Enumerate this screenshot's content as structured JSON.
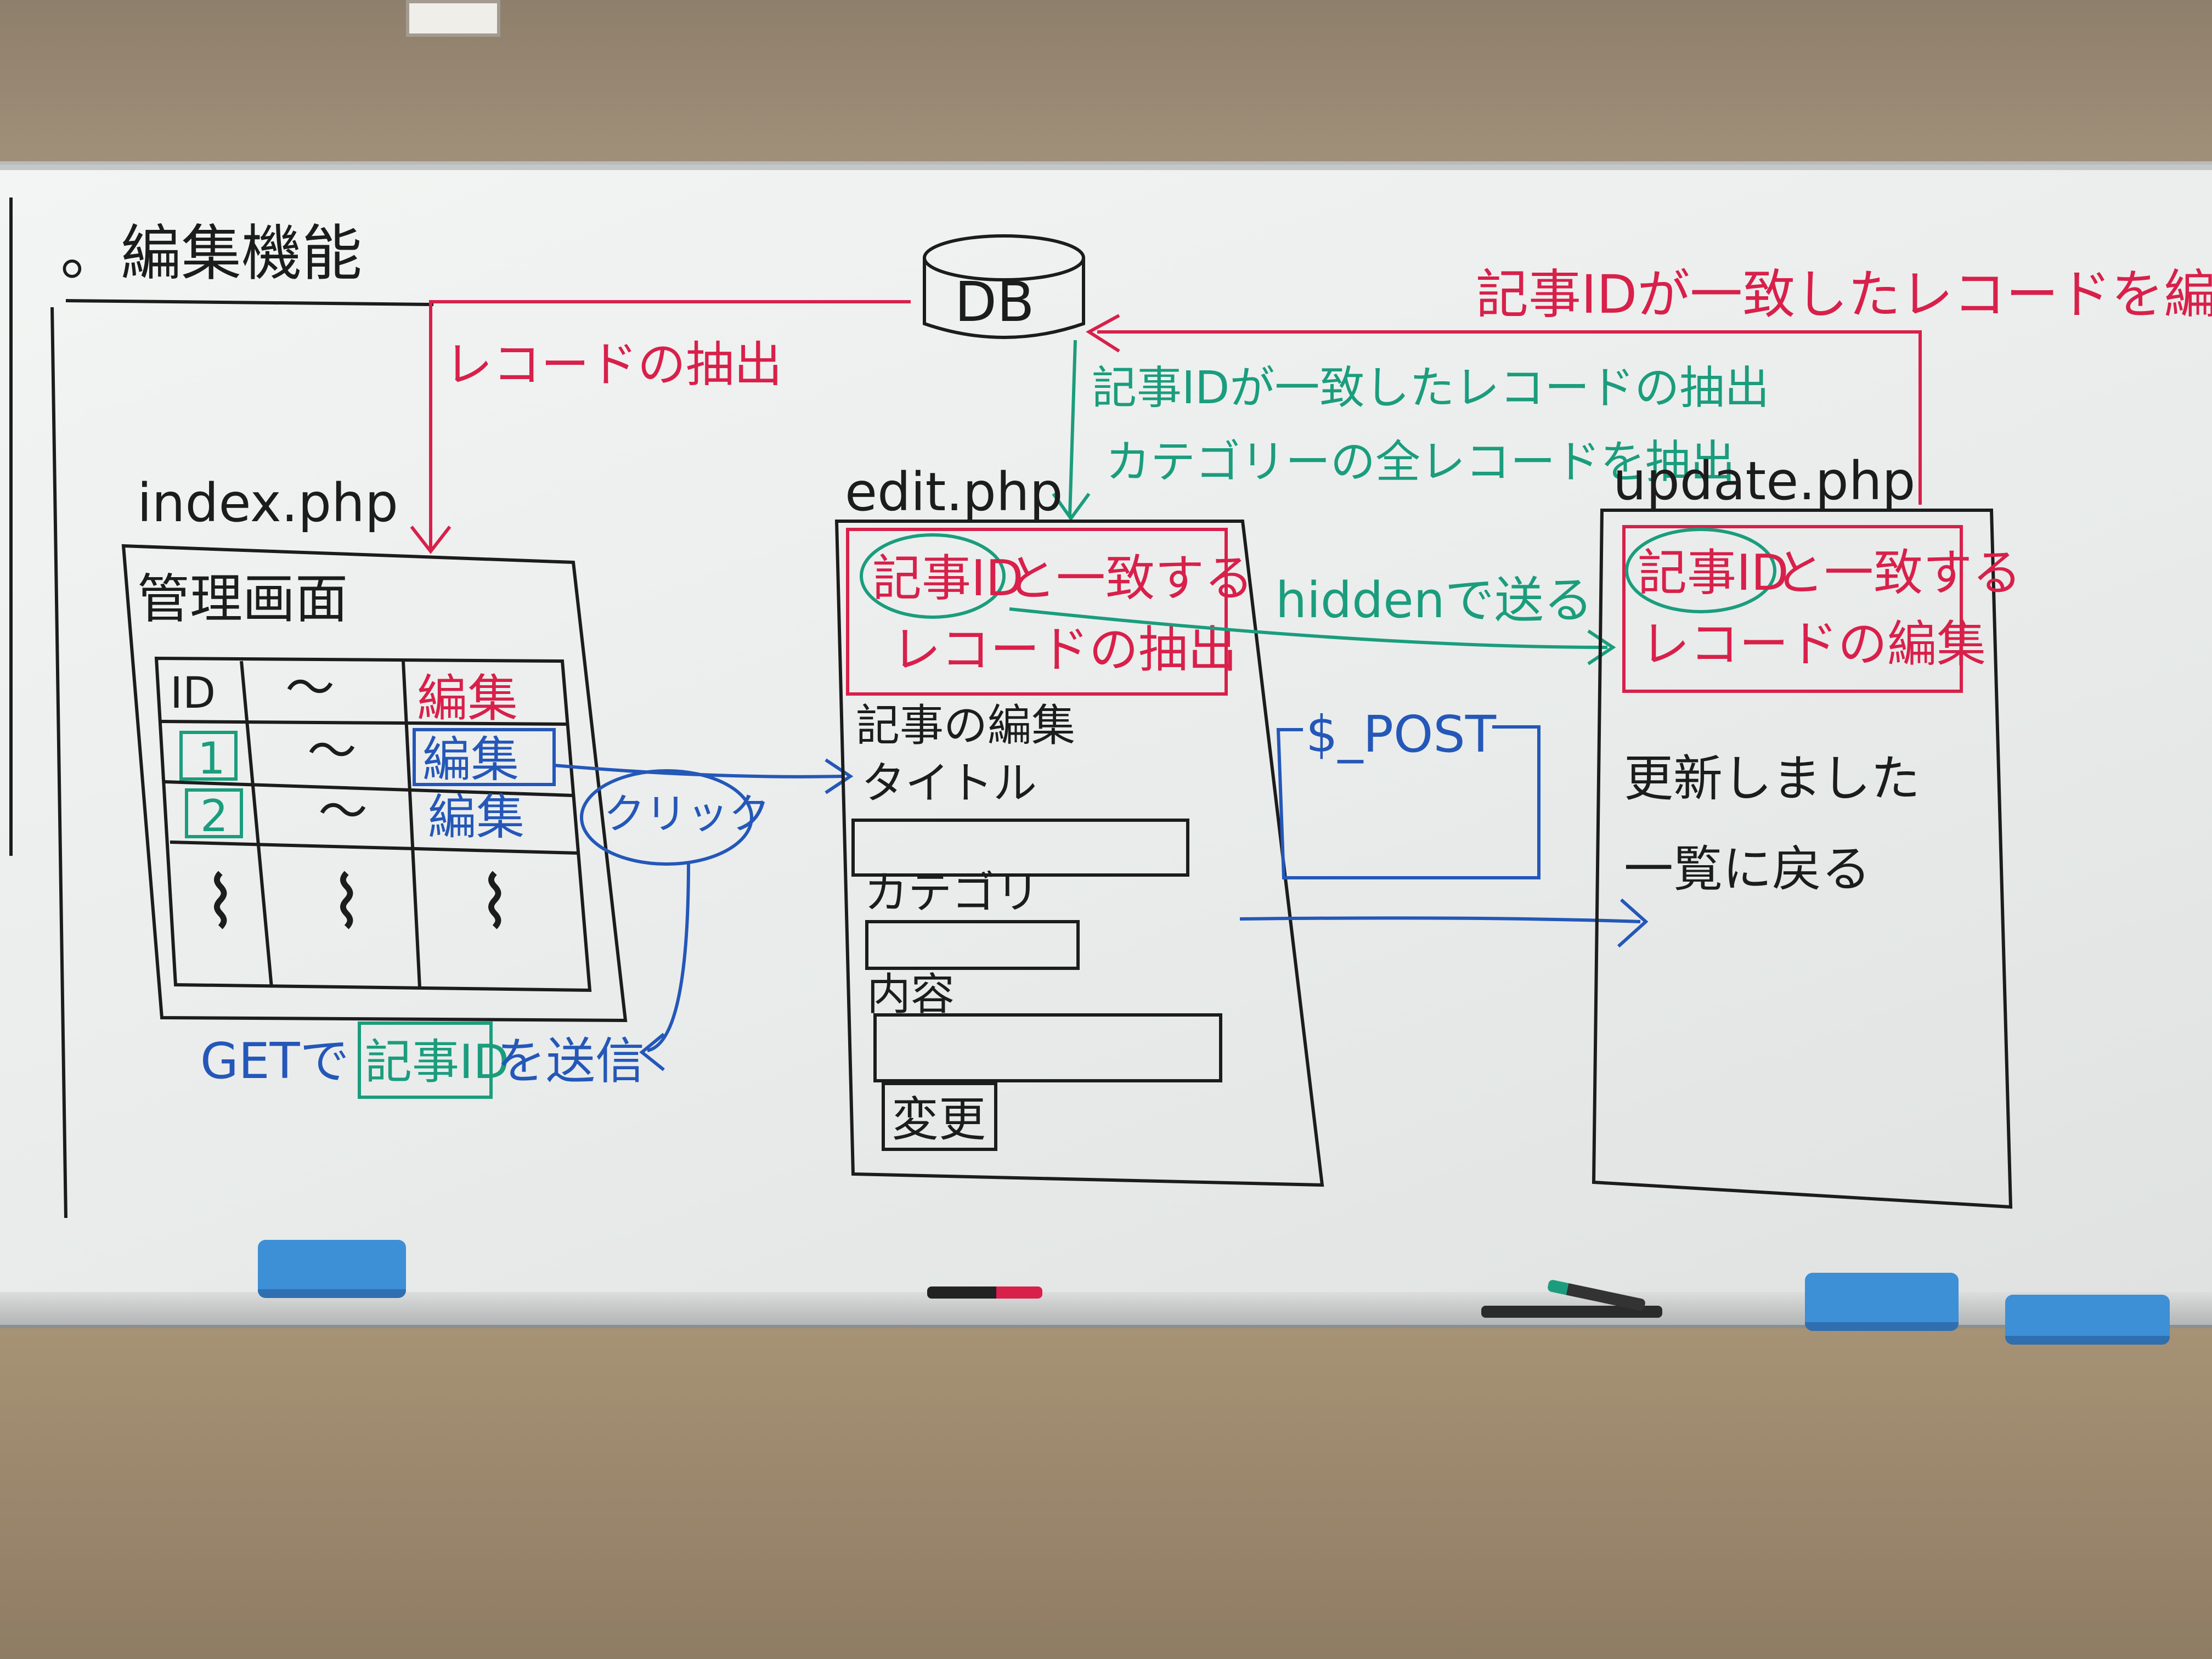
{
  "title": "。編集機能",
  "db": "DB",
  "labels": {
    "record_extract": "レコードの抽出",
    "db_to_edit_line1": "記事IDが一致したレコードの抽出",
    "db_to_edit_line2": "カテゴリーの全レコードを抽出",
    "update_to_db": "記事IDが一致したレコードを編集",
    "hidden_send": "hiddenで送る",
    "post": "$_POST",
    "click": "クリック",
    "get_send_prefix": "GETで",
    "get_send_id": "記事ID",
    "get_send_suffix": "を送信"
  },
  "index": {
    "file": "index.php",
    "heading": "管理画面",
    "table": {
      "header": [
        "ID",
        "〜",
        "編集"
      ],
      "rows": [
        [
          "1",
          "〜",
          "編集"
        ],
        [
          "2",
          "〜",
          "編集"
        ],
        [
          "⌇",
          "⌇",
          "⌇"
        ]
      ]
    }
  },
  "edit": {
    "file": "edit.php",
    "box_id": "記事ID",
    "box_line1_rest": "と一致する",
    "box_line2": "レコードの抽出",
    "section": "記事の編集",
    "field_title": "タイトル",
    "field_category": "カテゴリ",
    "field_content": "内容",
    "button": "変更"
  },
  "update": {
    "file": "update.php",
    "box_id": "記事ID",
    "box_line1_rest": "と一致する",
    "box_line2": "レコードの編集",
    "message1": "更新しました",
    "message2": "一覧に戻る"
  }
}
